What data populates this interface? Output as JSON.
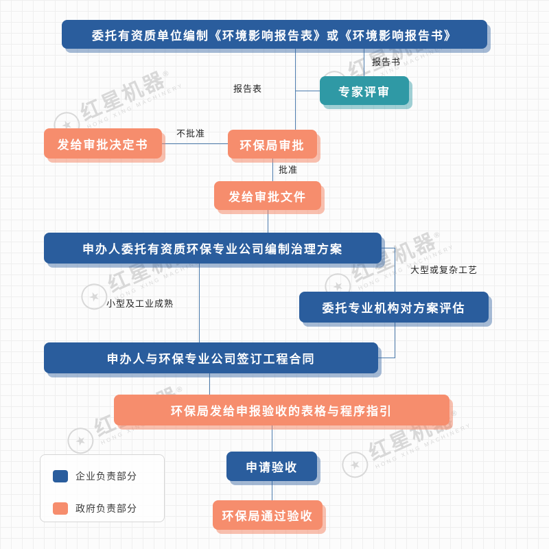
{
  "diagram": {
    "nodes": {
      "entrust": {
        "label": "委托有资质单位编制《环境影响报告表》或《环境影响报告书》"
      },
      "expert_review": {
        "label": "专家评审"
      },
      "issue_decision": {
        "label": "发给审批决定书"
      },
      "epb_approval": {
        "label": "环保局审批"
      },
      "issue_approval_doc": {
        "label": "发给审批文件"
      },
      "prepare_plan": {
        "label": "申办人委托有资质环保专业公司编制治理方案"
      },
      "plan_evaluation": {
        "label": "委托专业机构对方案评估"
      },
      "sign_contract": {
        "label": "申办人与环保专业公司签订工程合同"
      },
      "acceptance_guide": {
        "label": "环保局发给申报验收的表格与程序指引"
      },
      "apply_acceptance": {
        "label": "申请验收"
      },
      "pass_acceptance": {
        "label": "环保局通过验收"
      }
    },
    "edge_labels": {
      "report_form": "报告表",
      "report_book": "报告书",
      "not_approved": "不批准",
      "approved": "批准",
      "large_or_complex": "大型或复杂工艺",
      "small_or_mature": "小型及工业成熟"
    }
  },
  "legend": {
    "items": [
      {
        "label": "企业负责部分",
        "color": "#2a5d9d"
      },
      {
        "label": "政府负责部分",
        "color": "#f68d6d"
      }
    ]
  },
  "watermark": {
    "brand": "红星机器",
    "reg": "®",
    "sub": "HONG XING MACHINERY"
  },
  "colors": {
    "node_blue": "#2a5d9d",
    "node_orange": "#f68d6d",
    "node_teal": "#2f99a5",
    "connector": "#4a7aac"
  }
}
